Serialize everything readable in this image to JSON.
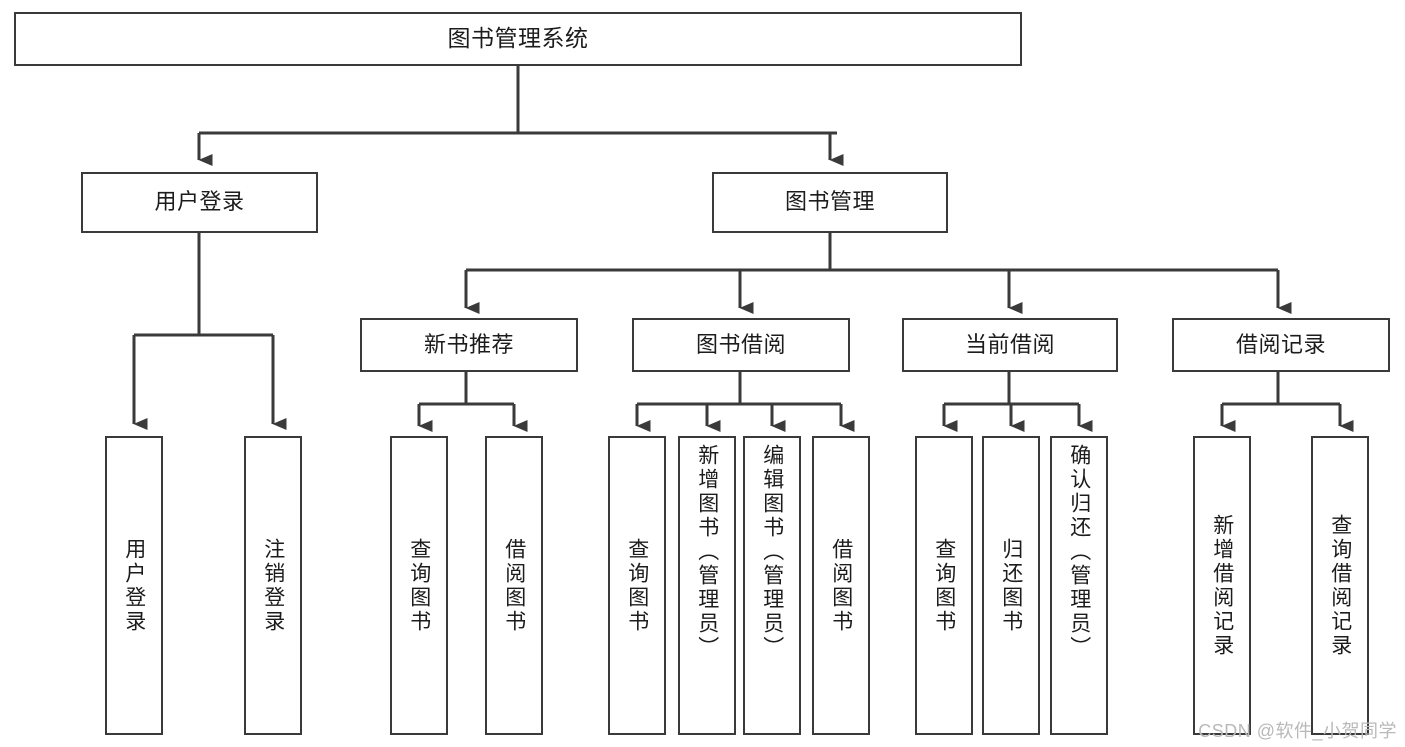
{
  "diagram": {
    "title": "图书管理系统",
    "type": "tree-hierarchy-chart",
    "root": {
      "label": "图书管理系统"
    },
    "level2": [
      {
        "label": "用户登录"
      },
      {
        "label": "图书管理"
      }
    ],
    "level3": [
      {
        "label": "新书推荐"
      },
      {
        "label": "图书借阅"
      },
      {
        "label": "当前借阅"
      },
      {
        "label": "借阅记录"
      }
    ],
    "leaves": {
      "user_login": [
        {
          "label": "用户登录"
        },
        {
          "label": "注销登录"
        }
      ],
      "new_book_recommend": [
        {
          "label": "查询图书"
        },
        {
          "label": "借阅图书"
        }
      ],
      "book_borrow": [
        {
          "label": "查询图书"
        },
        {
          "label": "新增图书（管理员）"
        },
        {
          "label": "编辑图书（管理员）"
        },
        {
          "label": "借阅图书"
        }
      ],
      "current_borrow": [
        {
          "label": "查询图书"
        },
        {
          "label": "归还图书"
        },
        {
          "label": "确认归还（管理员）"
        }
      ],
      "borrow_record": [
        {
          "label": "新增借阅记录"
        },
        {
          "label": "查询借阅记录"
        }
      ]
    }
  },
  "watermark": {
    "text": "CSDN @软件_小贺同学"
  },
  "colors": {
    "background": "#ffffff",
    "node_fill": "#ffffff",
    "node_stroke": "#3a3a3a",
    "edge_stroke": "#3a3a3a",
    "text": "#1c1c1c",
    "watermark": "#b9b9b9"
  }
}
